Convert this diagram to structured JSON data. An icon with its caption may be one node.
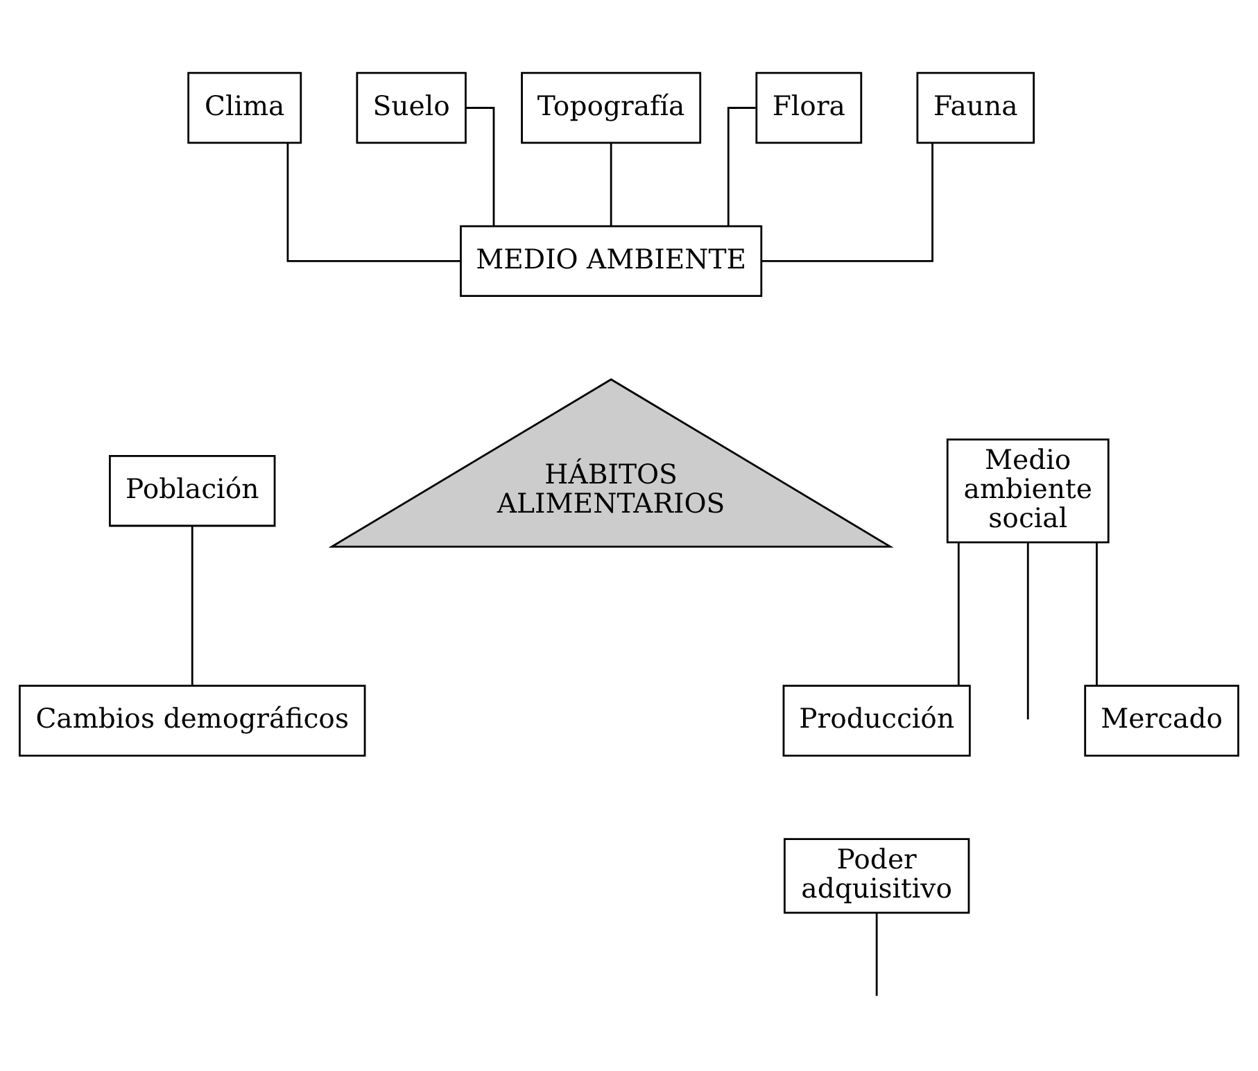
{
  "diagram": {
    "nodes": [
      {
        "text": [
          "Clima"
        ]
      },
      {
        "text": [
          "Suelo"
        ]
      },
      {
        "text": [
          "Topografía"
        ]
      },
      {
        "text": [
          "Flora"
        ]
      },
      {
        "text": [
          "Fauna"
        ]
      },
      {
        "text": [
          "MEDIO AMBIENTE"
        ]
      },
      {
        "text": [
          "HÁBITOS ALIMENTARIOS"
        ]
      },
      {
        "text": [
          "Población"
        ]
      },
      {
        "text": [
          "Medio ambiente social"
        ]
      },
      {
        "text": [
          "Mercado"
        ]
      },
      {
        "text": [
          "Producción"
        ]
      },
      {
        "text": [
          "Cambios demográficos"
        ]
      },
      {
        "text": [
          "Poder adquisitivo"
        ]
      }
    ],
    "edges": [
      {
        "from": 0,
        "to": 5,
        "arrow": "none"
      },
      {
        "from": 1,
        "to": 5,
        "arrow": "none"
      },
      {
        "from": 2,
        "to": 5,
        "arrow": "none"
      },
      {
        "from": 3,
        "to": 5,
        "arrow": "none"
      },
      {
        "from": 4,
        "to": 5,
        "arrow": "none"
      },
      {
        "from": 7,
        "to": 11,
        "arrow": "none"
      },
      {
        "from": 8,
        "to": null,
        "arrow": "none"
      },
      {
        "from": 8,
        "to": 9,
        "arrow": "none"
      },
      {
        "from": 8,
        "to": 10,
        "arrow": "none"
      },
      {
        "from": 12,
        "to": null,
        "arrow": "none"
      }
    ]
  }
}
